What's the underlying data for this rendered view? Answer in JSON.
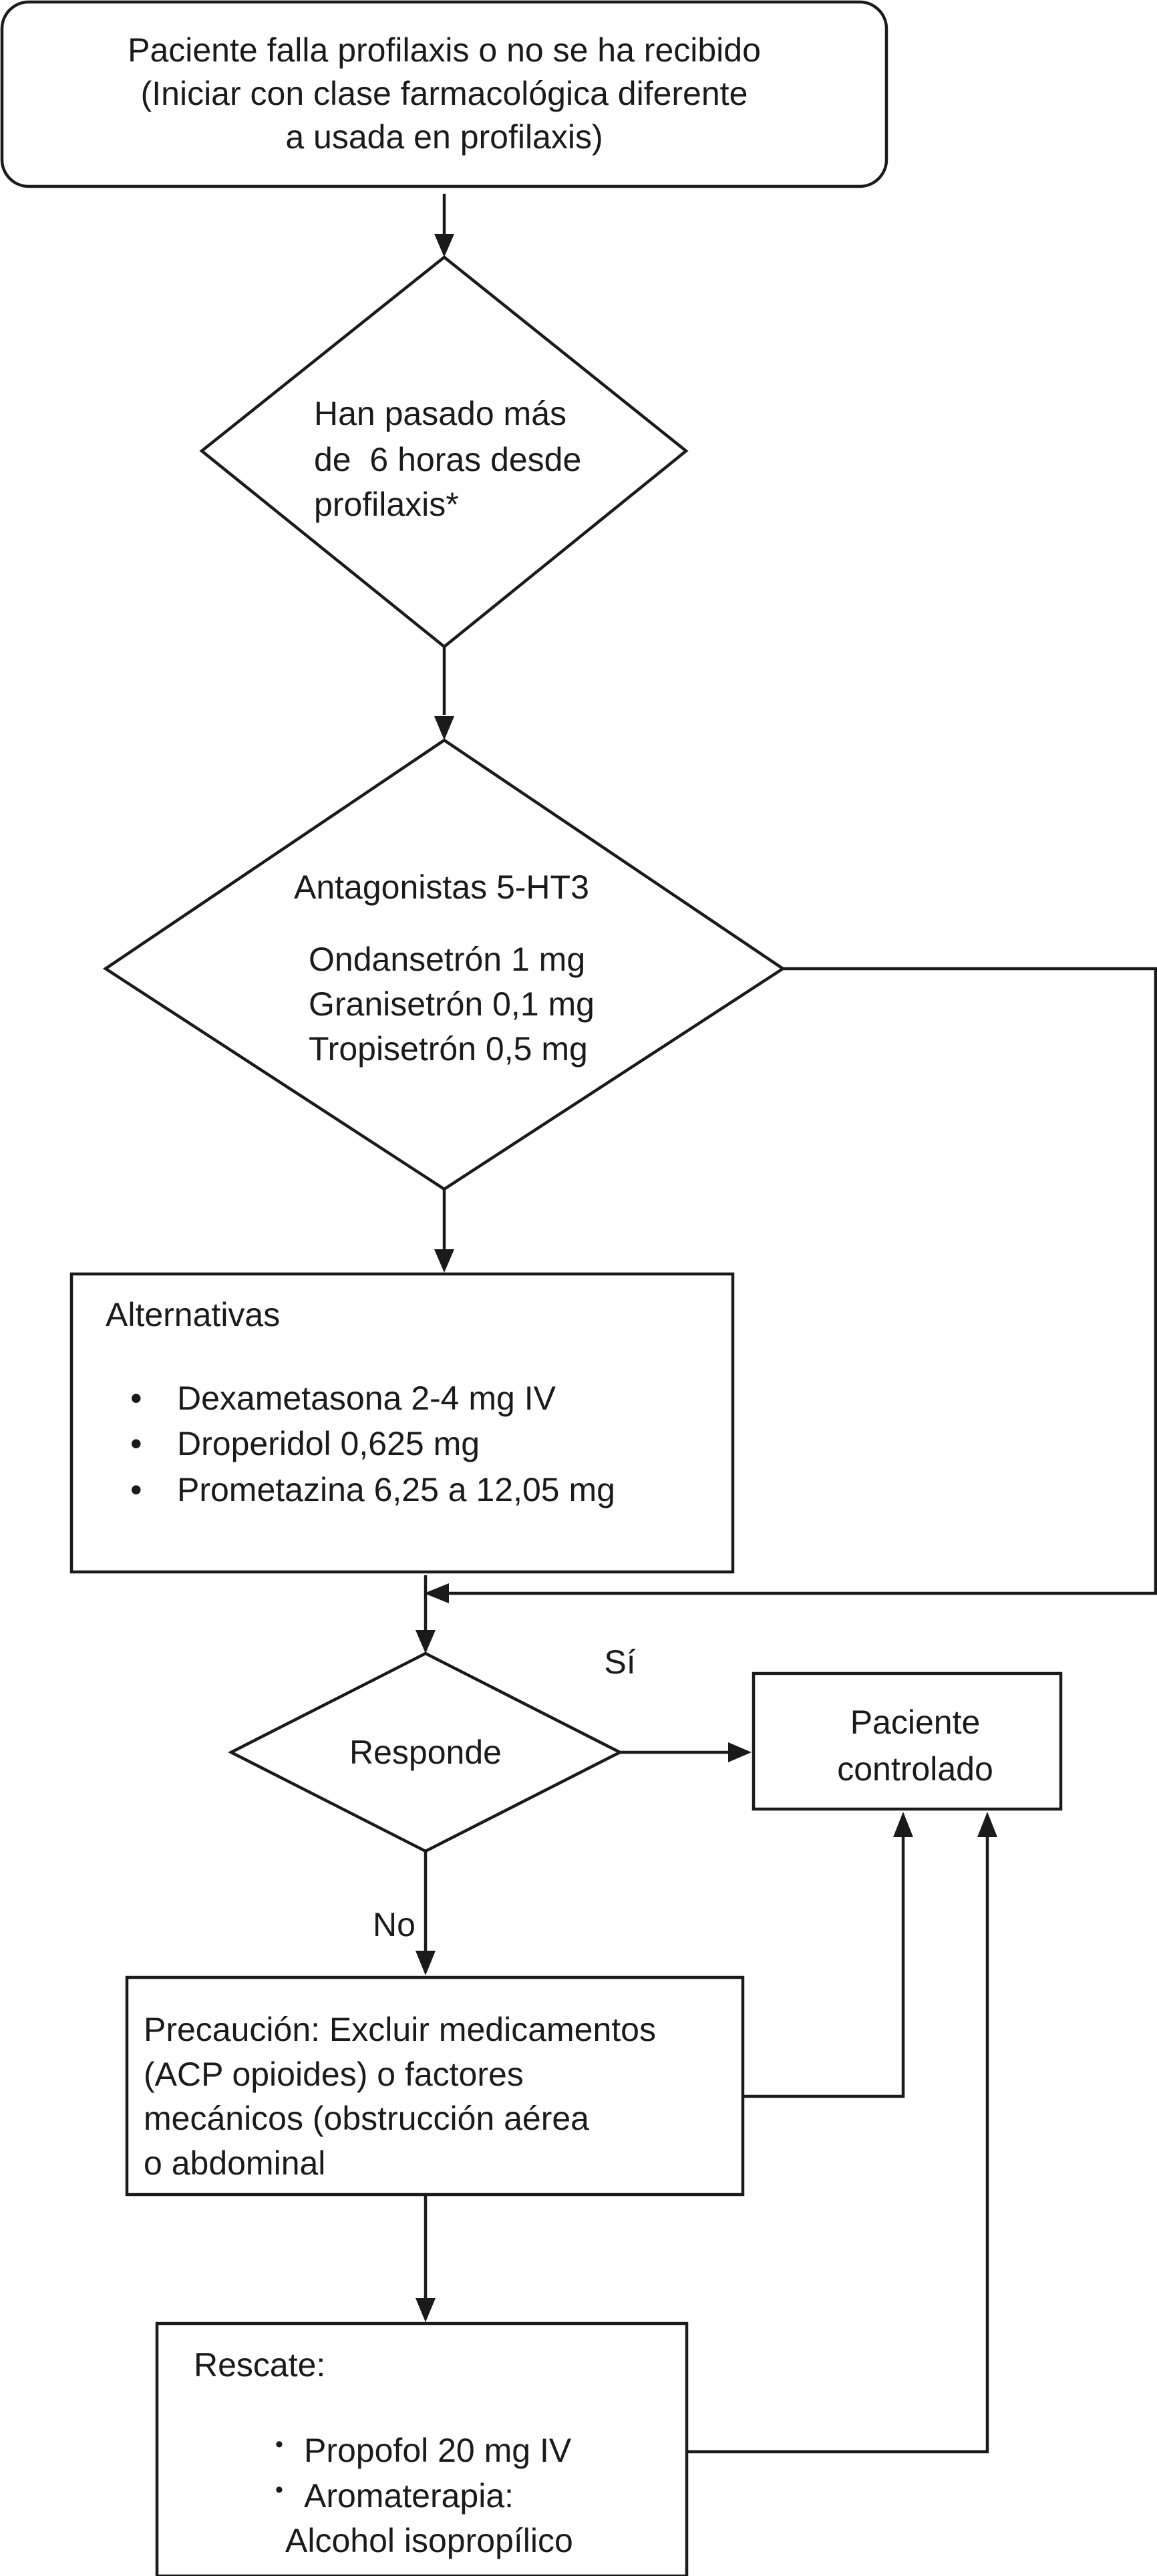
{
  "start": {
    "lines": [
      "Paciente falla profilaxis o no se ha recibido",
      "(Iniciar con clase farmacológica diferente",
      "a usada en profilaxis)"
    ]
  },
  "decision_time": {
    "lines": [
      "Han pasado más",
      "de  6 horas desde",
      "profilaxis*"
    ]
  },
  "decision_5ht3": {
    "title": "Antagonistas 5-HT3",
    "drugs": [
      "Ondansetrón 1 mg",
      "Granisetrón 0,1 mg",
      "Tropisetrón 0,5 mg"
    ]
  },
  "alternatives": {
    "title": "Alternativas",
    "bullet": "•",
    "items": [
      "Dexametasona 2-4 mg IV",
      "Droperidol 0,625 mg",
      "Prometazina 6,25 a 12,05 mg"
    ]
  },
  "decision_responde": {
    "label": "Responde",
    "yes_label": "Sí",
    "no_label": "No"
  },
  "controlled": {
    "lines": [
      "Paciente",
      "controlado"
    ]
  },
  "precaution": {
    "lines": [
      "Precaución: Excluir medicamentos",
      "(ACP opioides) o factores",
      "mecánicos (obstrucción aérea",
      "o abdominal"
    ]
  },
  "rescue": {
    "title": "Rescate:",
    "bullet": "•",
    "items": [
      "Propofol 20 mg IV",
      "Aromaterapia:"
    ],
    "continuation": "Alcohol isopropílico"
  }
}
